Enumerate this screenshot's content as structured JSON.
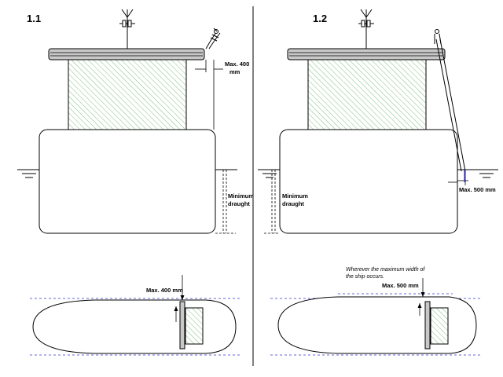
{
  "figure_1": {
    "number": "1.1",
    "elevation": {
      "max_label_line1": "Max. 400",
      "max_label_line2": "mm",
      "draught_line1": "Minimum",
      "draught_line2": "draught"
    },
    "plan": {
      "max_label": "Max. 400 mm"
    }
  },
  "figure_2": {
    "number": "1.2",
    "elevation": {
      "draught_line1": "Minimum",
      "draught_line2": "draught",
      "max_label": "Max. 500 mm"
    },
    "plan": {
      "note_line1": "Wherever the maximum width of",
      "note_line2": "the ship occurs.",
      "max_label": "Max. 500 mm"
    }
  },
  "colors": {
    "line": "#000000",
    "hatch": "#7fbf7f",
    "guide": "#3333cc",
    "rail": "#c8c8c8"
  },
  "icons": [
    "antenna-icon",
    "water-level-icon",
    "pilot-ladder-icon"
  ]
}
